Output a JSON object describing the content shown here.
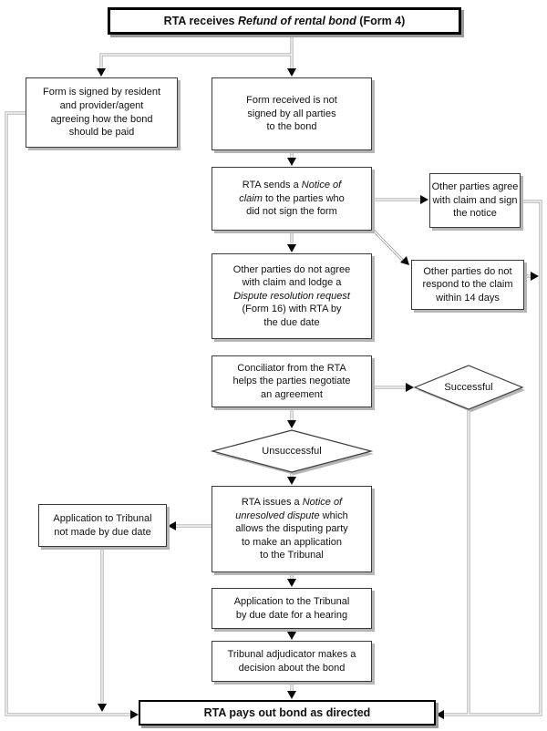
{
  "colors": {
    "background": "#ffffff",
    "box_border": "#3a3a3a",
    "thick_border": "#000000",
    "connector": "#969696",
    "arrowhead": "#0a0a0a",
    "shadow": "#b5b5b5",
    "text": "#111111"
  },
  "nodes": {
    "start": {
      "p0": "RTA receives ",
      "p1": "Refund of rental bond",
      "p2": " (Form 4)"
    },
    "form_signed": {
      "text": "Form is signed by resident\nand provider/agent\nagreeing how the bond\nshould be paid"
    },
    "form_not_signed": {
      "text": "Form received is not\nsigned by all parties\nto the bond"
    },
    "notice_of_claim": {
      "p0": "RTA sends a ",
      "p1": "Notice of\nclaim",
      "p2": " to the parties who\ndid not sign the form"
    },
    "parties_agree": {
      "text": "Other parties agree\nwith claim and sign\nthe notice"
    },
    "parties_no_response": {
      "text": "Other parties do not\nrespond to the claim\nwithin 14 days"
    },
    "parties_disagree": {
      "p0": "Other parties do not agree\nwith claim and lodge a\n",
      "p1": "Dispute resolution request",
      "p2": "\n(Form 16) with RTA by\nthe due date"
    },
    "conciliator": {
      "text": "Conciliator from the RTA\nhelps the parties negotiate\nan agreement"
    },
    "successful": {
      "text": "Successful"
    },
    "unsuccessful": {
      "text": "Unsuccessful"
    },
    "unresolved_dispute": {
      "p0": "RTA issues a ",
      "p1": "Notice of\nunresolved dispute",
      "p2": " which\nallows the disputing party\nto make an application\nto the Tribunal"
    },
    "tribunal_not_made": {
      "text": "Application to Tribunal\nnot made by due date"
    },
    "tribunal_application": {
      "text": "Application to the Tribunal\nby due date for a hearing"
    },
    "adjudicator": {
      "text": "Tribunal adjudicator makes a\ndecision about the bond"
    },
    "payout": {
      "text": "RTA pays out bond as directed"
    }
  },
  "edges": [
    {
      "from": "start",
      "to": "form_signed"
    },
    {
      "from": "start",
      "to": "form_not_signed"
    },
    {
      "from": "form_signed",
      "to": "payout"
    },
    {
      "from": "form_not_signed",
      "to": "notice_of_claim"
    },
    {
      "from": "notice_of_claim",
      "to": "parties_agree"
    },
    {
      "from": "notice_of_claim",
      "to": "parties_no_response"
    },
    {
      "from": "notice_of_claim",
      "to": "parties_disagree"
    },
    {
      "from": "parties_agree",
      "to": "payout"
    },
    {
      "from": "parties_no_response",
      "to": "payout"
    },
    {
      "from": "parties_disagree",
      "to": "conciliator"
    },
    {
      "from": "conciliator",
      "to": "successful"
    },
    {
      "from": "conciliator",
      "to": "unsuccessful"
    },
    {
      "from": "successful",
      "to": "payout"
    },
    {
      "from": "unsuccessful",
      "to": "unresolved_dispute"
    },
    {
      "from": "unresolved_dispute",
      "to": "tribunal_not_made"
    },
    {
      "from": "unresolved_dispute",
      "to": "tribunal_application"
    },
    {
      "from": "tribunal_not_made",
      "to": "payout"
    },
    {
      "from": "tribunal_application",
      "to": "adjudicator"
    },
    {
      "from": "adjudicator",
      "to": "payout"
    }
  ]
}
